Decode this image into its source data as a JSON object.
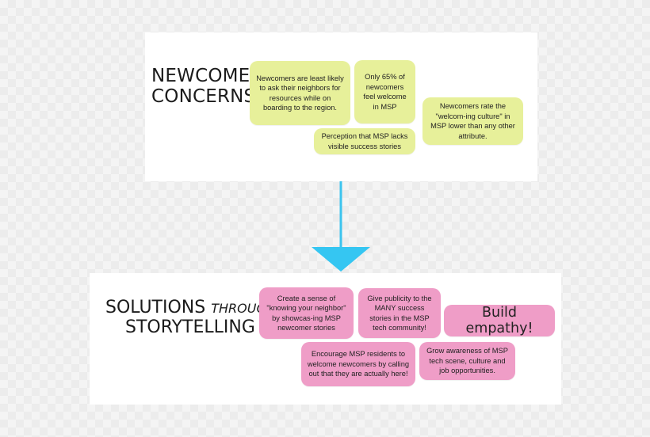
{
  "concerns": {
    "heading_line1": "NEWCOMER",
    "heading_line2": "CONCERNS",
    "notes": [
      "Newcomers are least likely to ask their neighbors for resources while on boarding to the region.",
      "Only 65% of newcomers feel welcome in MSP",
      "Newcomers rate the \"welcom-ing culture\" in MSP lower than any other attribute.",
      "Perception that MSP lacks visible success stories"
    ],
    "note_color": "#e7f09a"
  },
  "solutions": {
    "heading_main": "SOLUTIONS",
    "heading_through": "THROUGH",
    "heading_line2": "STORYTELLING",
    "notes": [
      "Create a sense of \"knowing your neighbor\" by showcas-ing MSP newcomer stories",
      "Give publicity to the MANY success stories in the MSP tech community!",
      "Build empathy!",
      "Encourage MSP residents to welcome newcomers by calling out that they are actually here!",
      "Grow awareness of MSP tech scene, culture and job opportunities."
    ],
    "note_color": "#ef9dc7"
  },
  "connector": {
    "line_color": "#3cc4ee",
    "arrow_color": "#35c6f2"
  }
}
